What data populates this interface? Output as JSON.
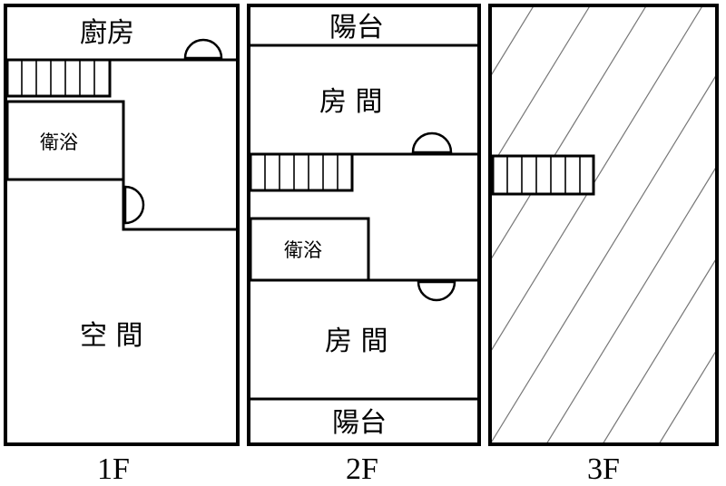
{
  "floors": [
    {
      "label": "1F",
      "rooms": {
        "kitchen": "廚房",
        "bath": "衛浴",
        "space": "空 間"
      }
    },
    {
      "label": "2F",
      "rooms": {
        "balcony_top": "陽台",
        "room_upper": "房 間",
        "bath": "衛浴",
        "room_lower": "房 間",
        "balcony_bottom": "陽台"
      }
    },
    {
      "label": "3F",
      "rooms": {}
    }
  ]
}
